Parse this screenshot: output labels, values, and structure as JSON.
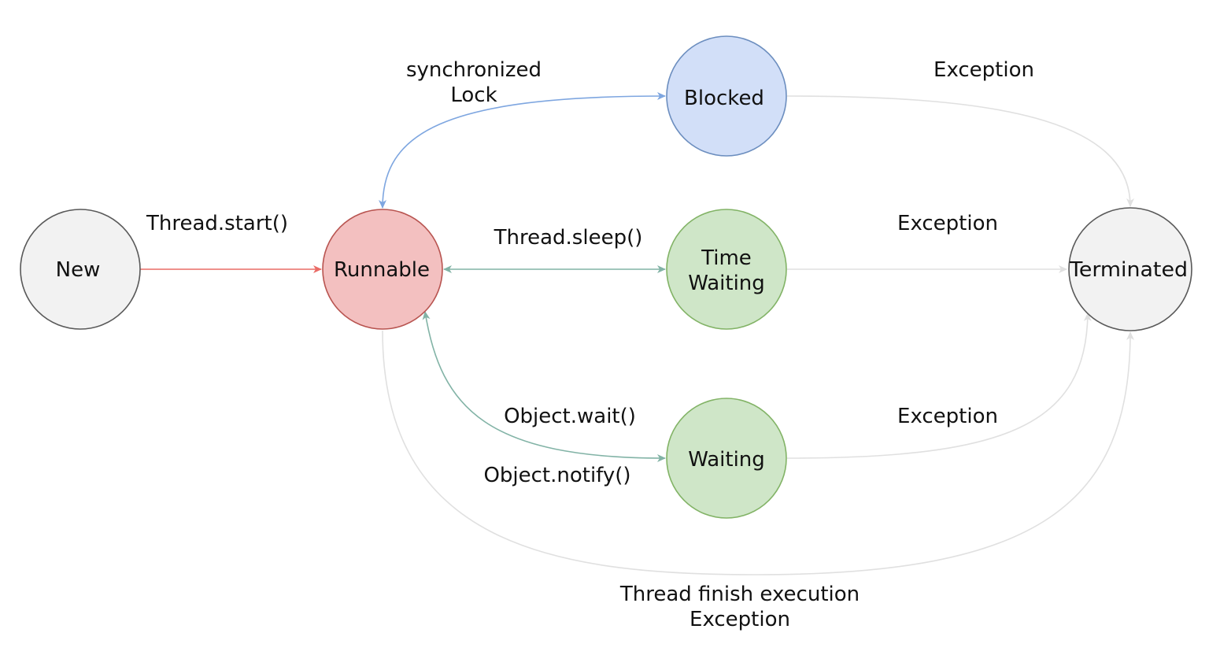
{
  "nodes": {
    "new": {
      "label": "New",
      "fill": "#f2f2f2",
      "stroke": "#595959"
    },
    "runnable": {
      "label": "Runnable",
      "fill": "#f3c0c0",
      "stroke": "#b85450"
    },
    "blocked": {
      "label": "Blocked",
      "fill": "#d2dff8",
      "stroke": "#6c8ebf"
    },
    "time_waiting": {
      "label_line1": "Time",
      "label_line2": "Waiting",
      "fill": "#cfe6c8",
      "stroke": "#82b366"
    },
    "waiting": {
      "label": "Waiting",
      "fill": "#cfe6c8",
      "stroke": "#82b366"
    },
    "terminated": {
      "label": "Terminated",
      "fill": "#f2f2f2",
      "stroke": "#595959"
    }
  },
  "edges": {
    "start": {
      "label": "Thread.start()",
      "color": "#ea6b66"
    },
    "lock": {
      "label_line1": "synchronized",
      "label_line2": "Lock",
      "color": "#7ea6e0"
    },
    "sleep": {
      "label": "Thread.sleep()",
      "color": "#82b3a6"
    },
    "wait": {
      "label": "Object.wait()",
      "color": "#82b3a6"
    },
    "notify": {
      "label": "Object.notify()"
    },
    "blocked_exception": {
      "label": "Exception",
      "color": "#e0e0e0"
    },
    "time_waiting_exception": {
      "label": "Exception",
      "color": "#e0e0e0"
    },
    "waiting_exception": {
      "label": "Exception",
      "color": "#e0e0e0"
    },
    "finish": {
      "label_line1": "Thread finish execution",
      "label_line2": "Exception",
      "color": "#e0e0e0"
    }
  }
}
